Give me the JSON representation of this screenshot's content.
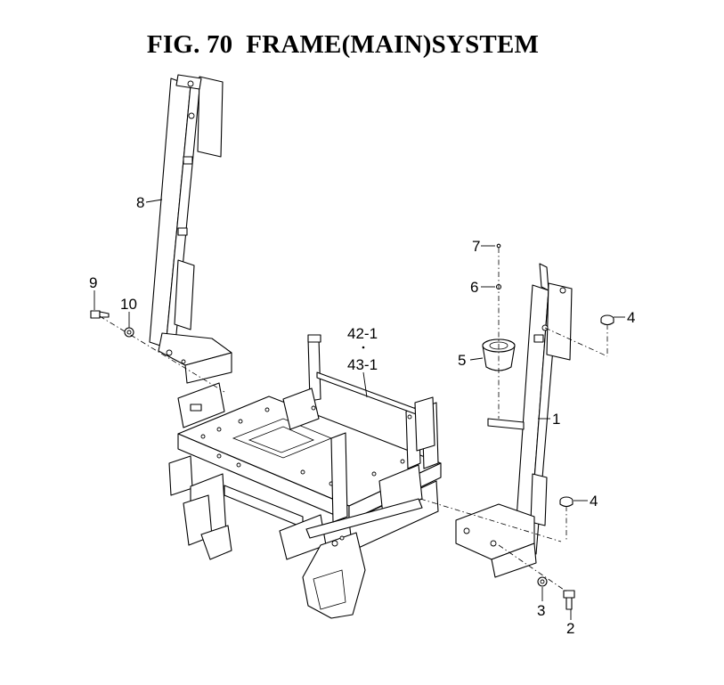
{
  "figure": {
    "title": "FIG. 70  FRAME(MAIN)SYSTEM"
  },
  "callouts": {
    "c1": "1",
    "c2": "2",
    "c3": "3",
    "c4a": "4",
    "c4b": "4",
    "c5": "5",
    "c6": "6",
    "c7": "7",
    "c8": "8",
    "c9": "9",
    "c10": "10",
    "c42": "42-1",
    "c43": "43-1"
  }
}
